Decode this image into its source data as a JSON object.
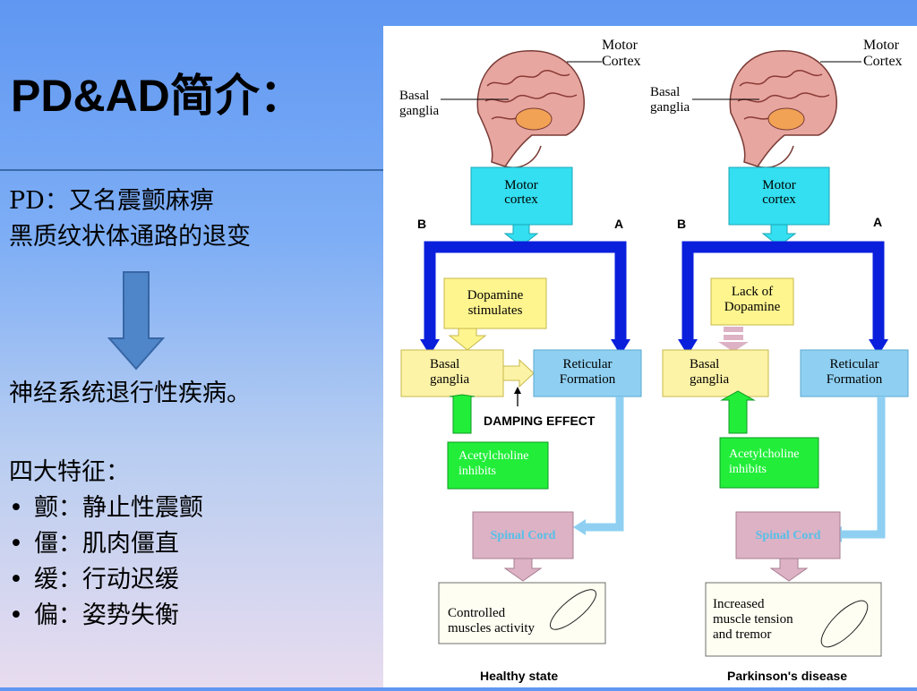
{
  "slide": {
    "title": "PD&AD简介：",
    "pd_line1": "PD：又名震颤麻痹",
    "pd_line2": "黑质纹状体通路的退变",
    "disease_type": "神经系统退行性疾病。",
    "features_title": "四大特征：",
    "features": [
      "颤：静止性震颤",
      "僵：肌肉僵直",
      "缓：行动迟缓",
      "偏：姿势失衡"
    ]
  },
  "diagram": {
    "colors": {
      "blue_arrow": "#0a1fdc",
      "cyan": "#33dff0",
      "yellow": "#fff58f",
      "pale_yellow": "#fdf3a6",
      "light_blue": "#8fd0f2",
      "green": "#22ee3a",
      "pink": "#dcb2c4",
      "spinal_text": "#57bfe8"
    },
    "left": {
      "brain_labels": {
        "motor": "Motor",
        "cortex": "Cortex",
        "basal": "Basal",
        "ganglia": "ganglia"
      },
      "motor_cortex": [
        "Motor",
        "cortex"
      ],
      "label_b": "B",
      "label_a": "A",
      "dopamine": [
        "Dopamine",
        "stimulates"
      ],
      "basal_ganglia": [
        "Basal",
        "ganglia"
      ],
      "reticular": [
        "Reticular",
        "Formation"
      ],
      "damping": "DAMPING EFFECT",
      "acetylcholine": [
        "Acetylcholine",
        "inhibits"
      ],
      "spinal": "Spinal Cord",
      "outcome": [
        "Controlled",
        "muscles activity"
      ],
      "caption": "Healthy state"
    },
    "right": {
      "brain_labels": {
        "motor": "Motor",
        "cortex": "Cortex",
        "basal": "Basal",
        "ganglia": "ganglia"
      },
      "motor_cortex": [
        "Motor",
        "cortex"
      ],
      "label_b": "B",
      "label_a": "A",
      "dopamine": [
        "Lack of",
        "Dopamine"
      ],
      "basal_ganglia": [
        "Basal",
        "ganglia"
      ],
      "reticular": [
        "Reticular",
        "Formation"
      ],
      "acetylcholine": [
        "Acetylcholine",
        "inhibits"
      ],
      "spinal": "Spinal Cord",
      "outcome": [
        "Increased",
        "muscle tension",
        "and tremor"
      ],
      "caption": "Parkinson's disease"
    }
  }
}
